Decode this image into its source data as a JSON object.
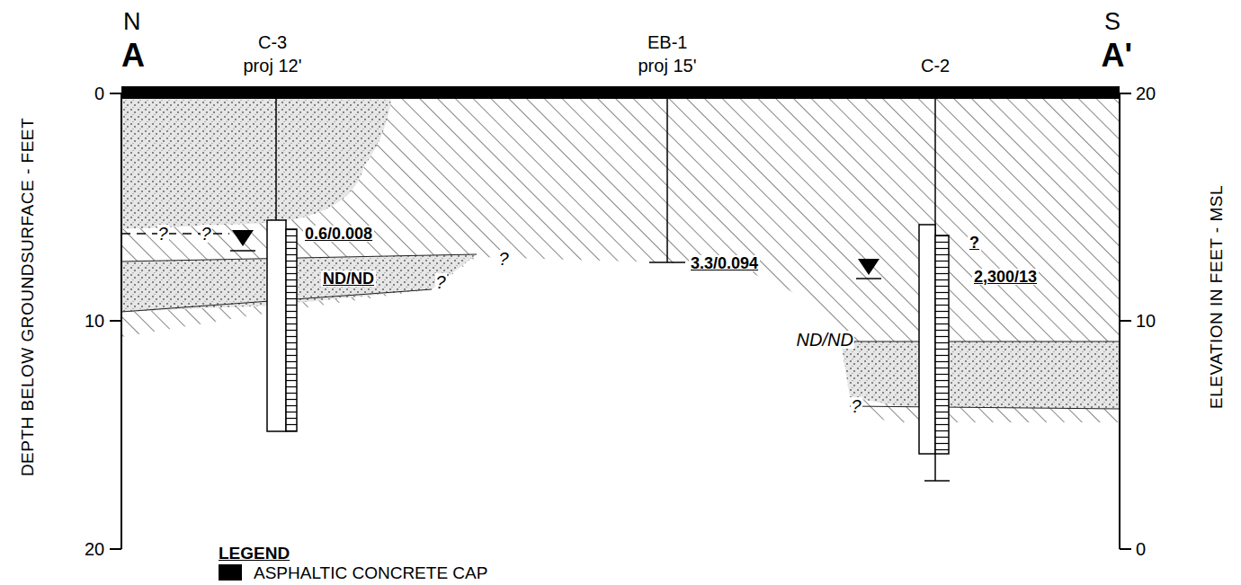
{
  "diagram": {
    "labels": [
      "N",
      "S",
      "A",
      "A'",
      "C-3",
      "proj 12'",
      "EB-1",
      "proj 15'",
      "C-2",
      "0",
      "10",
      "20",
      "20",
      "10",
      "0",
      "DEPTH BELOW GROUNDSURFACE - FEET",
      "ELEVATION IN FEET - MSL",
      "?",
      "?",
      "0.6/0.008",
      "ND/ND",
      "3.3/0.094",
      "?",
      "?",
      "?",
      "2,300/13",
      "ND/ND",
      "?",
      "LEGEND"
    ],
    "legend": [
      {
        "text": "ASPHALTIC CONCRETE CAP",
        "color": "#000000"
      }
    ]
  }
}
